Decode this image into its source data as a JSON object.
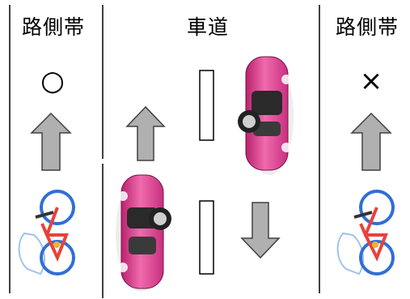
{
  "headers": {
    "left_shoulder": "路側帯",
    "roadway": "車道",
    "right_shoulder": "路側帯"
  },
  "marks": {
    "left_allowed": "○",
    "right_not_allowed": "×"
  },
  "colors": {
    "arrow_fill": "#b0b0b0",
    "arrow_stroke": "#404040",
    "car_body": "#e8459a",
    "bike_frame": "#e8423a",
    "bike_wheel": "#2f6fd6",
    "rider_outline": "#9fc3e8"
  },
  "icons": [
    "up-arrow-icon",
    "down-arrow-icon",
    "car-icon",
    "bicycle-icon",
    "lane-divider-icon"
  ]
}
